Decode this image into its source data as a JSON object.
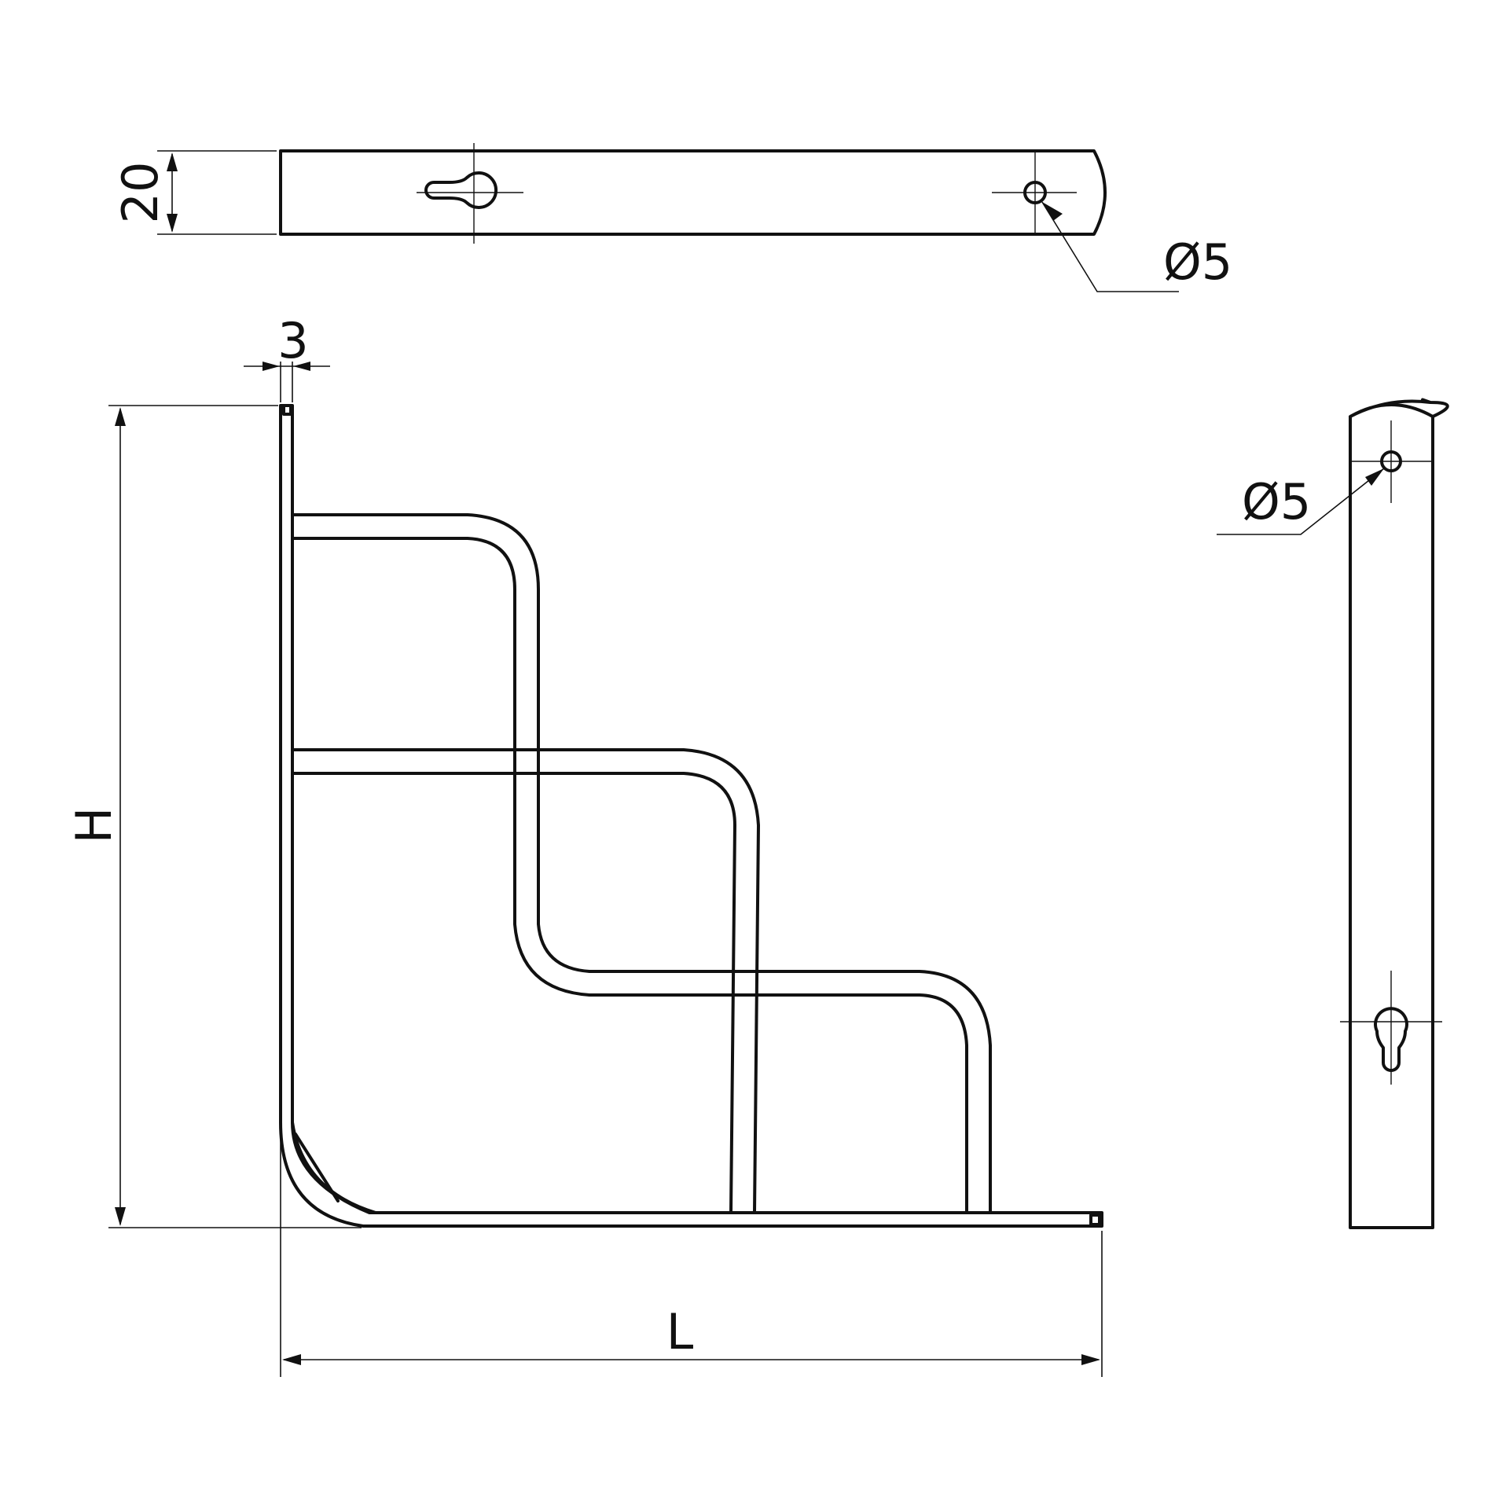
{
  "dimensions": {
    "width_label": "20",
    "thickness_label": "3",
    "height_label": "H",
    "length_label": "L",
    "hole_top_label": "Ø5",
    "hole_side_label": "Ø5"
  },
  "colors": {
    "line": "#111111",
    "background": "#ffffff"
  }
}
